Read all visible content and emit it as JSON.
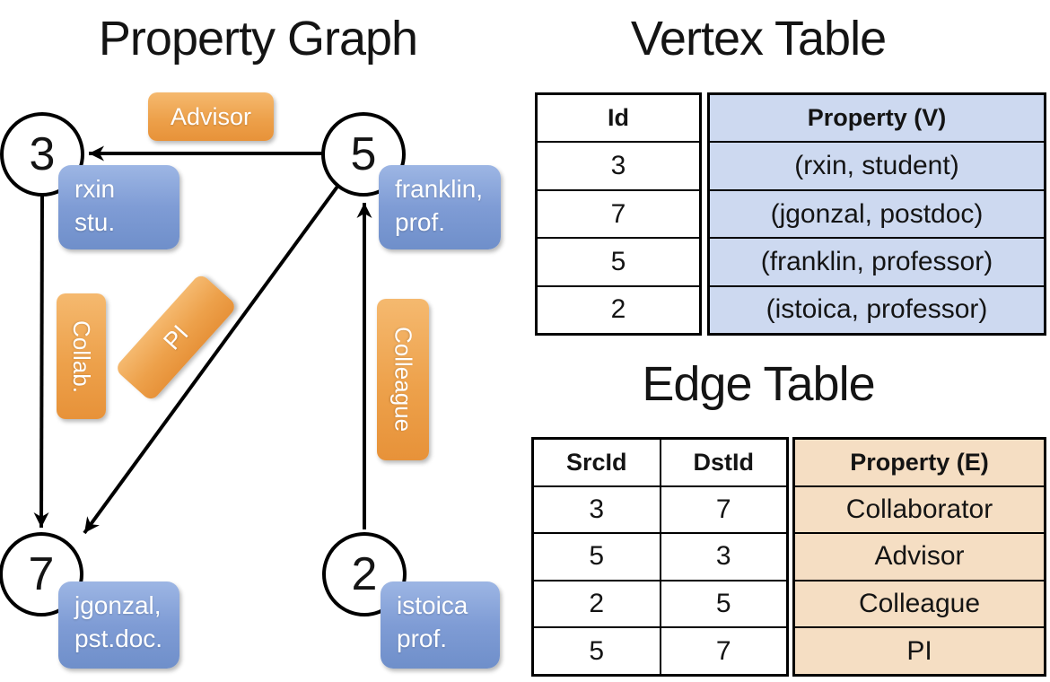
{
  "titles": {
    "graph": "Property Graph",
    "vertex_table": "Vertex Table",
    "edge_table": "Edge Table"
  },
  "graph": {
    "nodes": [
      {
        "id": "3",
        "line1": "rxin",
        "line2": "stu."
      },
      {
        "id": "5",
        "line1": "franklin,",
        "line2": "prof."
      },
      {
        "id": "7",
        "line1": "jgonzal,",
        "line2": "pst.doc."
      },
      {
        "id": "2",
        "line1": "istoica",
        "line2": "prof."
      }
    ],
    "edge_labels": {
      "advisor": "Advisor",
      "collab": "Collab.",
      "pi": "PI",
      "colleague": "Colleague"
    },
    "edges": [
      {
        "src": "5",
        "dst": "3",
        "label": "Advisor"
      },
      {
        "src": "3",
        "dst": "7",
        "label": "Collab."
      },
      {
        "src": "5",
        "dst": "7",
        "label": "PI"
      },
      {
        "src": "2",
        "dst": "5",
        "label": "Colleague"
      }
    ]
  },
  "vertex_table": {
    "headers": {
      "id": "Id",
      "property": "Property (V)"
    },
    "rows": [
      {
        "id": "3",
        "property": "(rxin, student)"
      },
      {
        "id": "7",
        "property": "(jgonzal, postdoc)"
      },
      {
        "id": "5",
        "property": "(franklin, professor)"
      },
      {
        "id": "2",
        "property": "(istoica, professor)"
      }
    ]
  },
  "edge_table": {
    "headers": {
      "src": "SrcId",
      "dst": "DstId",
      "property": "Property (E)"
    },
    "rows": [
      {
        "src": "3",
        "dst": "7",
        "property": "Collaborator"
      },
      {
        "src": "5",
        "dst": "3",
        "property": "Advisor"
      },
      {
        "src": "2",
        "dst": "5",
        "property": "Colleague"
      },
      {
        "src": "5",
        "dst": "7",
        "property": "PI"
      }
    ]
  },
  "colors": {
    "orange_label": "#eda14b",
    "blue_property_box": "#7f9cd5",
    "vertex_property_fill": "#cdd9f0",
    "edge_property_fill": "#f5dec3",
    "line": "#000000"
  }
}
